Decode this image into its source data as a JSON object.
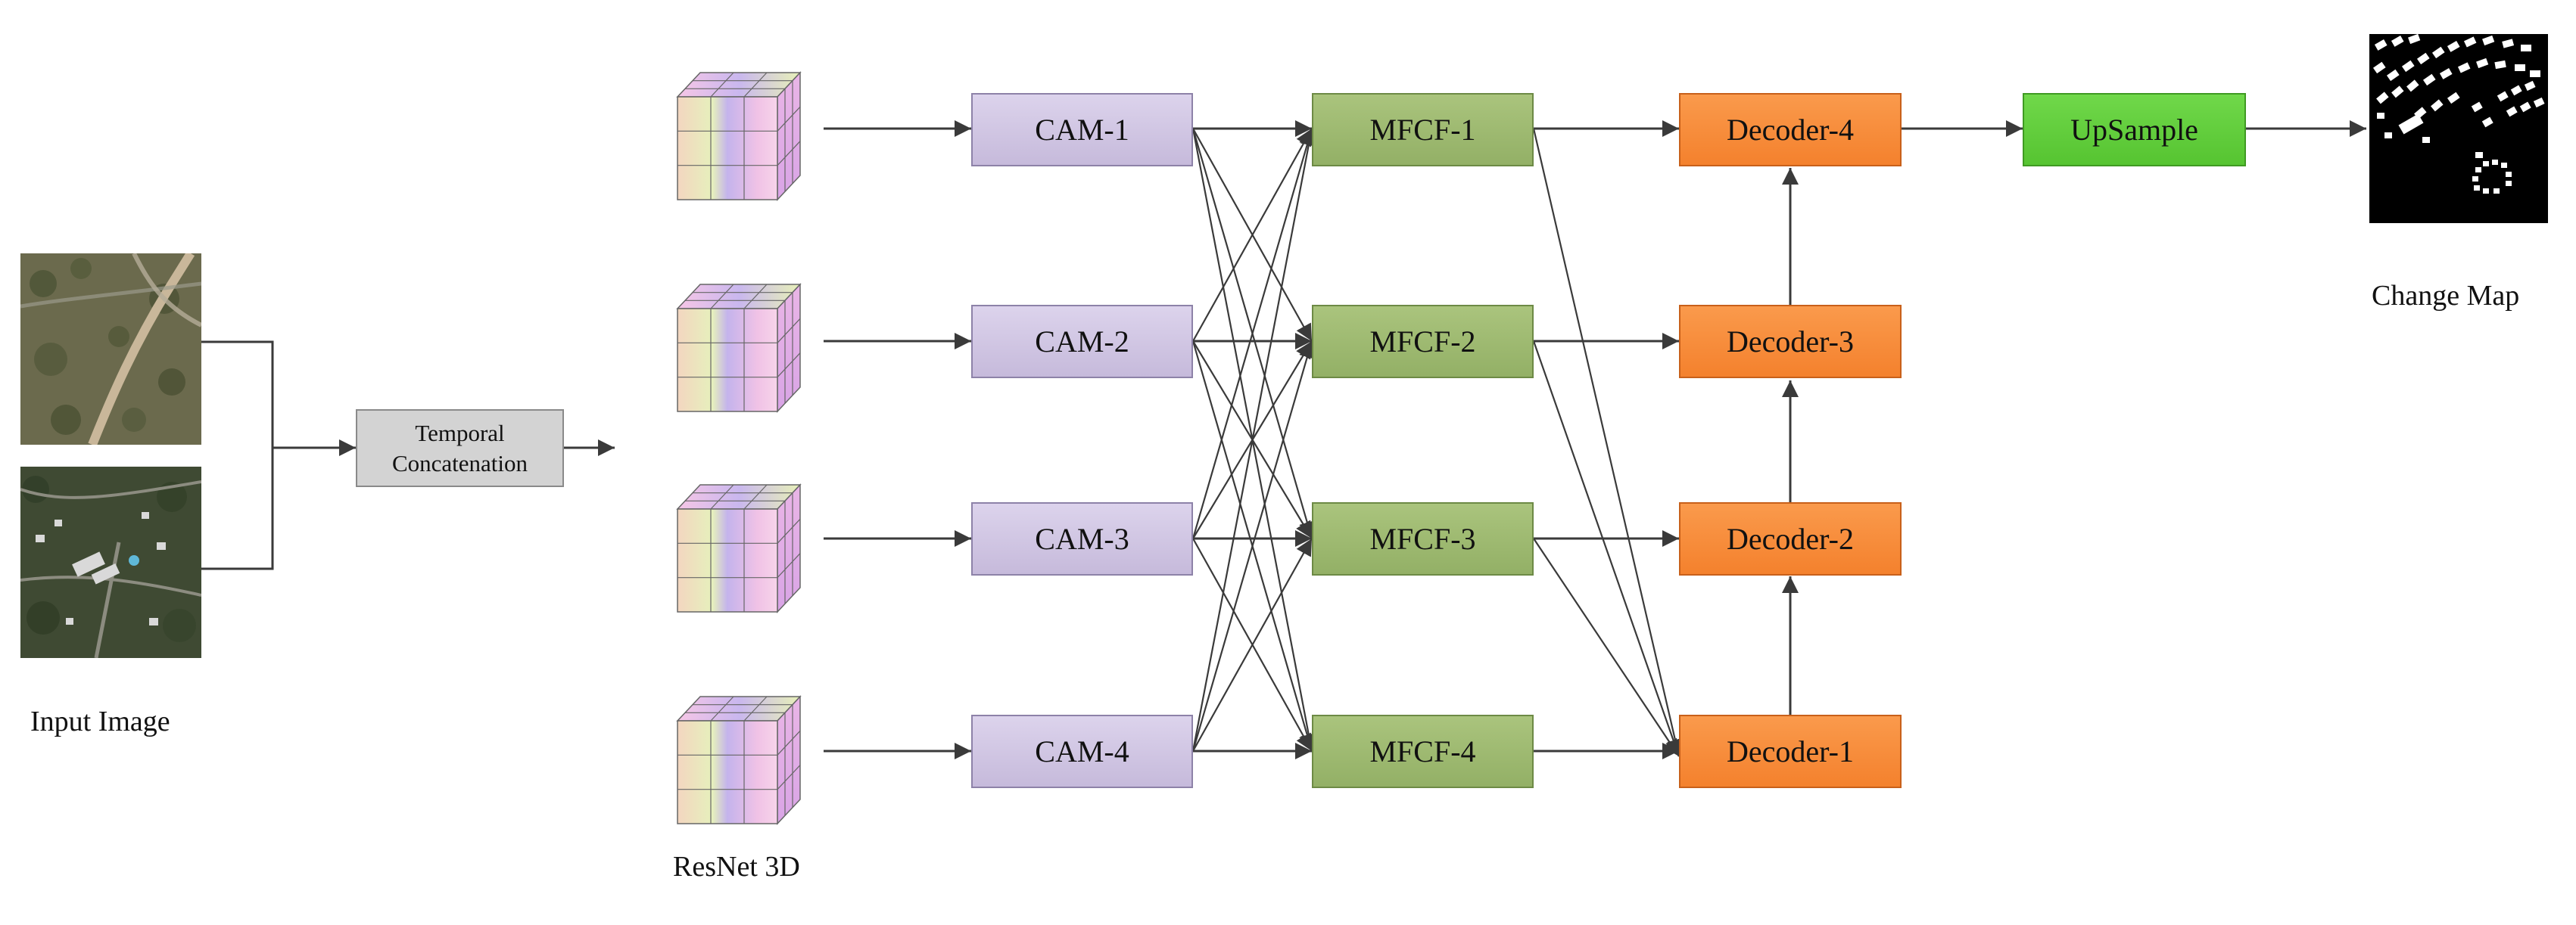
{
  "input_label": "Input Image",
  "temporal": {
    "line1": "Temporal",
    "line2": "Concatenation"
  },
  "backbone_label": "ResNet 3D",
  "cam": [
    "CAM-1",
    "CAM-2",
    "CAM-3",
    "CAM-4"
  ],
  "mfcf": [
    "MFCF-1",
    "MFCF-2",
    "MFCF-3",
    "MFCF-4"
  ],
  "decoders": {
    "d4": "Decoder-4",
    "d3": "Decoder-3",
    "d2": "Decoder-2",
    "d1": "Decoder-1"
  },
  "upsample": "UpSample",
  "output_label": "Change Map",
  "colors": {
    "cam": "#d0c6e4",
    "mfcf": "#9fba72",
    "decoder": "#f78b3a",
    "upsample": "#62cf3c",
    "temporal": "#d3d3d3",
    "panel": "#f2f2f2",
    "arrow": "#3a3a3a"
  }
}
